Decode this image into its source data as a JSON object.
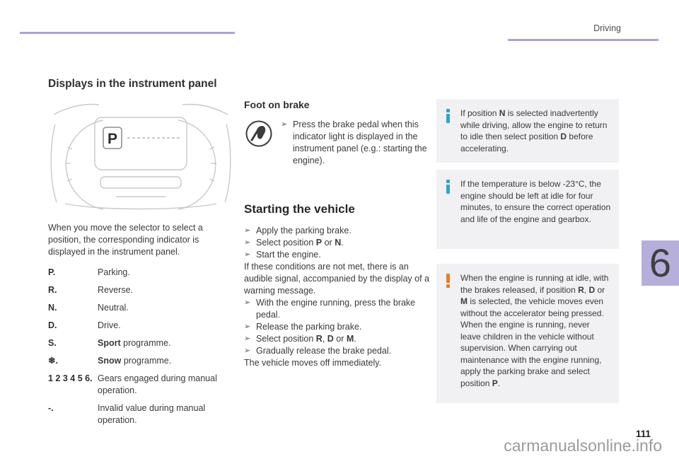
{
  "header": {
    "section": "Driving",
    "chapter_number": "6"
  },
  "footer": {
    "page_number": "111",
    "watermark": "carmanualsonline.info"
  },
  "colors": {
    "accent_lavender": "#aba3d4",
    "infobox_background": "#f1f0f3",
    "info_icon_blue": "#2ba6cd",
    "warning_icon_orange": "#ec7d23"
  },
  "icons": {
    "bullet_glyph": "➢"
  },
  "display_panel": {
    "title": "Displays in the instrument panel",
    "indicator_value": "P",
    "intro": "When you move the selector to select a position, the corresponding indicator is displayed in the instrument panel.",
    "positions": [
      {
        "key": "P.",
        "desc": [
          {
            "t": "Parking."
          }
        ]
      },
      {
        "key": "R.",
        "desc": [
          {
            "t": "Reverse."
          }
        ]
      },
      {
        "key": "N.",
        "desc": [
          {
            "t": "Neutral."
          }
        ]
      },
      {
        "key": "D.",
        "desc": [
          {
            "t": "Drive."
          }
        ]
      },
      {
        "key": "S.",
        "desc": [
          {
            "t": "Sport",
            "b": true
          },
          {
            "t": " programme."
          }
        ]
      },
      {
        "key": "❄.",
        "desc": [
          {
            "t": "Snow",
            "b": true
          },
          {
            "t": " programme."
          }
        ]
      },
      {
        "key": "1 2 3 4 5 6.",
        "desc": [
          {
            "t": "Gears engaged during manual operation."
          }
        ]
      },
      {
        "key": "-.",
        "desc": [
          {
            "t": "Invalid value during manual operation."
          }
        ]
      }
    ]
  },
  "foot_on_brake": {
    "title": "Foot on brake",
    "text": [
      {
        "t": "Press the brake pedal when this indicator light is displayed in the instrument panel (e.g.: starting the engine)."
      }
    ]
  },
  "starting": {
    "title": "Starting the vehicle",
    "lines": [
      {
        "bullet": true,
        "segments": [
          {
            "t": "Apply the parking brake."
          }
        ]
      },
      {
        "bullet": true,
        "segments": [
          {
            "t": "Select position "
          },
          {
            "t": "P",
            "b": true
          },
          {
            "t": " or "
          },
          {
            "t": "N",
            "b": true
          },
          {
            "t": "."
          }
        ]
      },
      {
        "bullet": true,
        "segments": [
          {
            "t": "Start the engine."
          }
        ]
      },
      {
        "bullet": false,
        "segments": [
          {
            "t": "If these conditions are not met, there is an audible signal, accompanied by the display of a warning message."
          }
        ]
      },
      {
        "bullet": true,
        "segments": [
          {
            "t": "With the engine running, press the brake pedal."
          }
        ]
      },
      {
        "bullet": true,
        "segments": [
          {
            "t": "Release the parking brake."
          }
        ]
      },
      {
        "bullet": true,
        "segments": [
          {
            "t": "Select position "
          },
          {
            "t": "R",
            "b": true
          },
          {
            "t": ", "
          },
          {
            "t": "D",
            "b": true
          },
          {
            "t": " or "
          },
          {
            "t": "M",
            "b": true
          },
          {
            "t": "."
          }
        ]
      },
      {
        "bullet": true,
        "segments": [
          {
            "t": "Gradually release the brake pedal."
          }
        ]
      },
      {
        "bullet": false,
        "segments": [
          {
            "t": "The vehicle moves off immediately."
          }
        ]
      }
    ]
  },
  "notes": [
    {
      "type": "info",
      "segments": [
        {
          "t": "If position "
        },
        {
          "t": "N",
          "b": true
        },
        {
          "t": " is selected inadvertently while driving, allow the engine to return to idle then select position "
        },
        {
          "t": "D",
          "b": true
        },
        {
          "t": " before accelerating."
        }
      ]
    },
    {
      "type": "info",
      "segments": [
        {
          "t": "If the temperature is below -23°C, the engine should be left at idle for four minutes, to ensure the correct operation and life of the engine and gearbox."
        }
      ]
    },
    {
      "type": "warning",
      "segments": [
        {
          "t": "When the engine is running at idle, with the brakes released, if position "
        },
        {
          "t": "R",
          "b": true
        },
        {
          "t": ", "
        },
        {
          "t": "D",
          "b": true
        },
        {
          "t": " or "
        },
        {
          "t": "M",
          "b": true
        },
        {
          "t": " is selected, the vehicle moves even without the accelerator being pressed. When the engine is running, never leave children in the vehicle without supervision. When carrying out maintenance with the engine running, apply the parking brake and select position "
        },
        {
          "t": "P",
          "b": true
        },
        {
          "t": "."
        }
      ]
    }
  ]
}
